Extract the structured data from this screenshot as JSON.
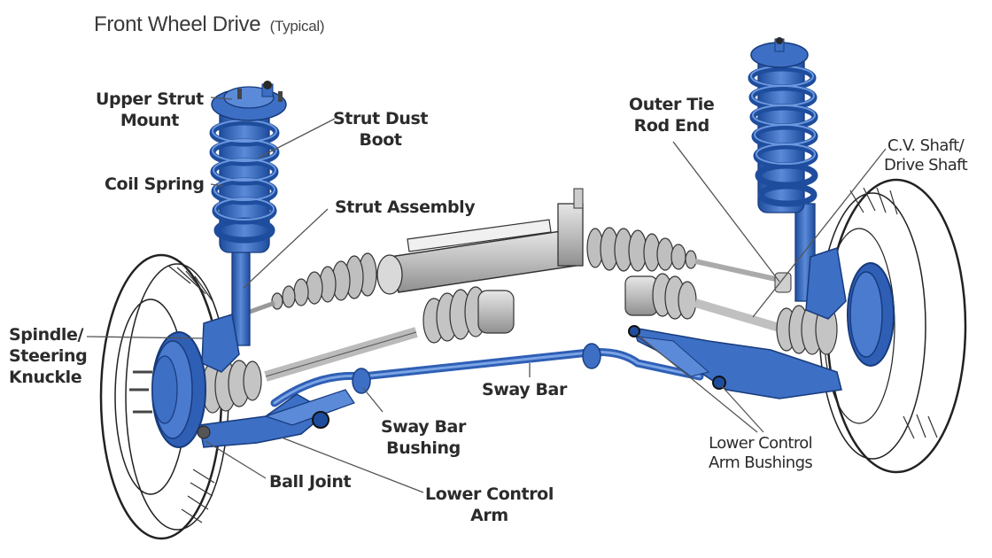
{
  "diagram": {
    "title": "Front Wheel Drive",
    "subtitle": "(Typical)",
    "colors": {
      "part_blue": "#3d6fc4",
      "part_blue_dark": "#1f4d9e",
      "part_grey": "#c8c8c8",
      "outline": "#2a2a2a",
      "leader_line": "#555555",
      "label_text": "#2b2b2b"
    },
    "labels": {
      "upper_strut_mount": [
        "Upper Strut",
        "Mount"
      ],
      "strut_dust_boot": [
        "Strut Dust",
        "Boot"
      ],
      "coil_spring": [
        "Coil Spring"
      ],
      "strut_assembly": [
        "Strut Assembly"
      ],
      "outer_tie_rod_end": [
        "Outer Tie",
        "Rod End"
      ],
      "cv_shaft": [
        "C.V. Shaft/",
        "Drive Shaft"
      ],
      "spindle_knuckle": [
        "Spindle/",
        "Steering",
        "Knuckle"
      ],
      "sway_bar": [
        "Sway Bar"
      ],
      "sway_bar_bushing": [
        "Sway Bar",
        "Bushing"
      ],
      "ball_joint": [
        "Ball Joint"
      ],
      "lower_control_arm": [
        "Lower Control",
        "Arm"
      ],
      "lower_control_arm_bushings": [
        "Lower Control",
        "Arm Bushings"
      ]
    }
  }
}
